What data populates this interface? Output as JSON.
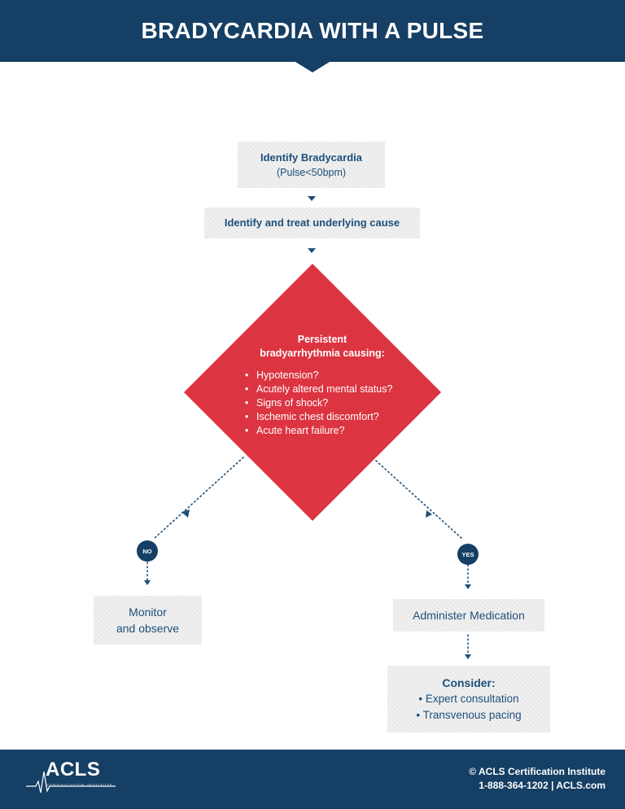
{
  "header": {
    "title": "BRADYCARDIA WITH A PULSE"
  },
  "steps": {
    "identify": {
      "title": "Identify Bradycardia",
      "subtitle": "(Pulse<50bpm)"
    },
    "treat": {
      "title": "Identify and treat underlying cause"
    }
  },
  "decision": {
    "title_line1": "Persistent",
    "title_line2": "bradyarrhythmia causing:",
    "items": [
      "Hypotension?",
      "Acutely altered mental status?",
      "Signs of shock?",
      "Ischemic chest discomfort?",
      "Acute heart failure?"
    ]
  },
  "branches": {
    "no": {
      "badge": "NO",
      "action_line1": "Monitor",
      "action_line2": "and observe"
    },
    "yes": {
      "badge": "YES",
      "action": "Administer Medication",
      "consider": {
        "title": "Consider:",
        "items": [
          "Expert consultation",
          "Transvenous pacing"
        ]
      }
    }
  },
  "footer": {
    "logo_text": "ACLS",
    "logo_sub": "CERTIFICATION INSTITUTE",
    "line1": "© ACLS Certification Institute",
    "line2": "1-888-364-1202  |  ACLS.com"
  },
  "colors": {
    "navy": "#153f64",
    "text_blue": "#1c4f7a",
    "decision_red": "#dc3441",
    "box_gray": "#e9e9e9"
  }
}
